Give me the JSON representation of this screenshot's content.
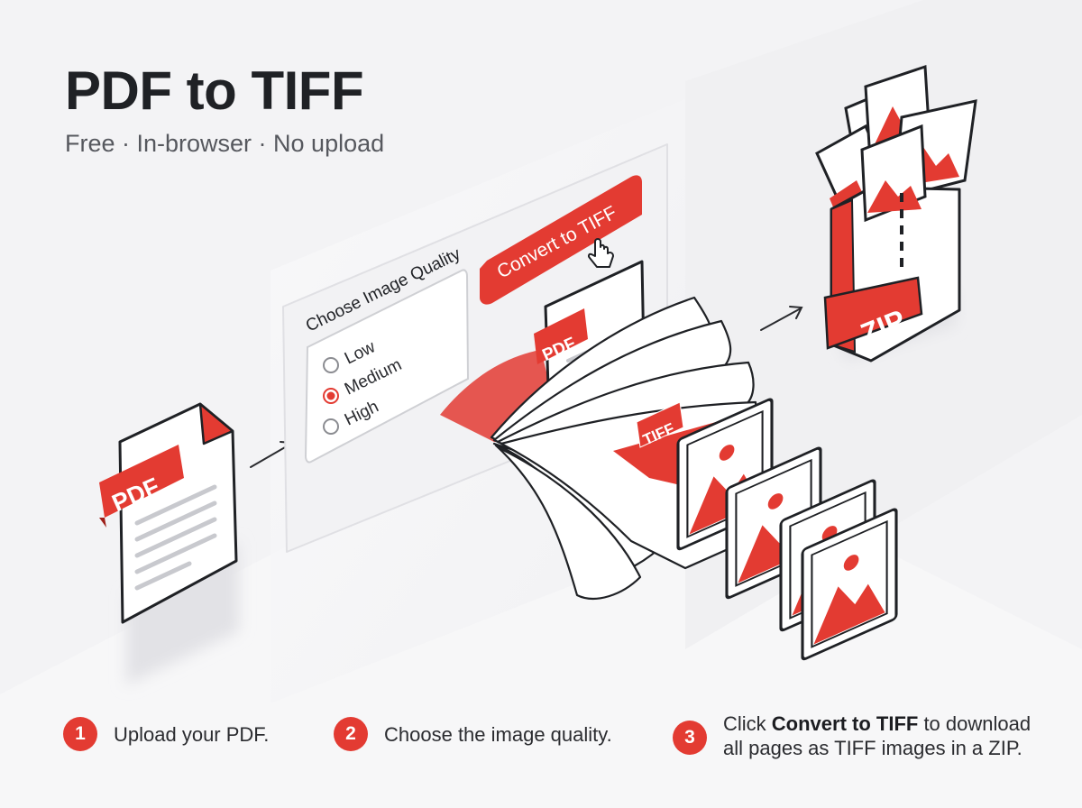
{
  "hero": {
    "title": "PDF to TIFF",
    "subtitle": "Free · In-browser · No upload"
  },
  "illustration": {
    "source_badge": "PDF",
    "panel_title": "Choose Image Quality",
    "quality_options": [
      {
        "label": "Low",
        "selected": false
      },
      {
        "label": "Medium",
        "selected": true
      },
      {
        "label": "High",
        "selected": false
      }
    ],
    "convert_button": "Convert to TIFF",
    "doc_badge": "PDF",
    "output_badge": "TIFF",
    "archive_label": "ZIP"
  },
  "steps": [
    {
      "number": "1",
      "text": "Upload your PDF."
    },
    {
      "number": "2",
      "text": "Choose the image quality."
    },
    {
      "number": "3",
      "text_before": "Click ",
      "bold": "Convert to TIFF",
      "text_after": " to download",
      "line2": "all pages as TIFF images in a ZIP."
    }
  ],
  "colors": {
    "accent": "#e33b32",
    "background": "#f4f4f6",
    "ink": "#1f2125",
    "muted": "#56585e"
  },
  "icons": [
    "pdf-file-icon",
    "arrow-right-icon",
    "radio-icon",
    "hand-cursor-icon",
    "image-page-icon",
    "zip-archive-icon"
  ]
}
